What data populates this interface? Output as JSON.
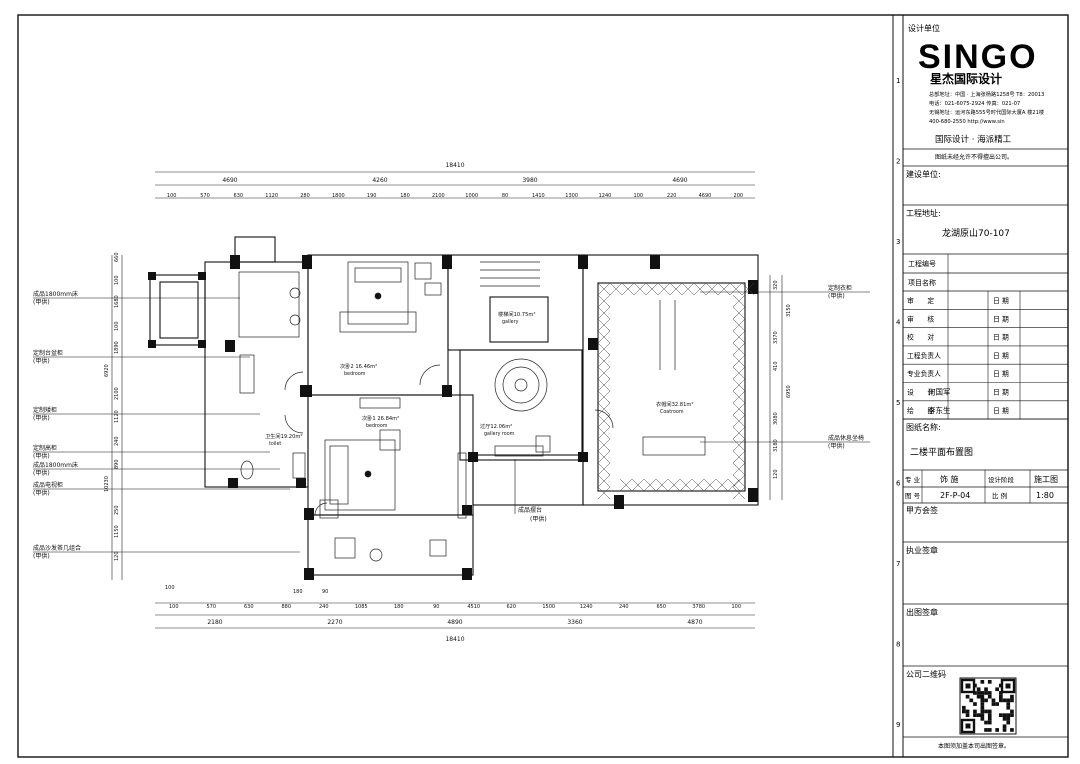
{
  "title_block": {
    "design_unit_label": "设计单位",
    "logo_text": "SINGO",
    "logo_cn": "星杰国际设计",
    "address_lines": [
      "总部地址：中国 · 上海张杨路1258号 T8：20013",
      "电话：021-6075-2924  传真：021-07",
      "无锡地址：运河东路555号时代国际大厦A 楼21楼",
      "400-680-2550  http://www.sin"
    ],
    "slogan": "国际设计 · 海派精工",
    "notice": "图纸未经允许不得擅出公司。",
    "build_unit_label": "建设单位:",
    "project_addr_label": "工程地址:",
    "project_addr": "龙湖原山70-107",
    "project_no_label": "工程编号",
    "project_name_label": "项目名称",
    "sign_rows": [
      {
        "label": "审　　定",
        "name": "",
        "date_label": "日 期"
      },
      {
        "label": "审　　核",
        "name": "",
        "date_label": "日 期"
      },
      {
        "label": "校　　对",
        "name": "",
        "date_label": "日 期"
      },
      {
        "label": "工程负责人",
        "name": "",
        "date_label": "日 期"
      },
      {
        "label": "专业负责人",
        "name": "",
        "date_label": "日 期"
      },
      {
        "label": "设　　计",
        "name": "何国军",
        "date_label": "日 期"
      },
      {
        "label": "绘　　图",
        "name": "李东生",
        "date_label": "日 期"
      }
    ],
    "drawing_name_label": "图纸名称:",
    "drawing_name": "二楼平面布置图",
    "spec_label": "专 业",
    "spec_value": "饰 施",
    "stage_label": "设计阶段",
    "stage_value": "施工图",
    "fig_label": "图 号",
    "fig_value": "2F-P-04",
    "scale_label": "比 例",
    "scale_value": "1:80",
    "client_sign_label": "甲方会签",
    "license_sign_label": "执业签章",
    "out_sign_label": "出图签章",
    "qr_label": "公司二维码",
    "bottom_note": "本图须加盖本司出图签章。",
    "row_numbers": [
      "1",
      "2",
      "3",
      "4",
      "5",
      "6",
      "7",
      "8",
      "9"
    ]
  },
  "plan": {
    "top_total": "18410",
    "top_row1": [
      "4690",
      "4260",
      "3980",
      "4690"
    ],
    "top_row2": [
      "100",
      "570",
      "630",
      "1120",
      "280",
      "1800",
      "190",
      "180",
      "2100",
      "1000",
      "80",
      "1410",
      "1300",
      "1240",
      "100",
      "220",
      "4690",
      "200"
    ],
    "bottom_row1": [
      "100",
      "570",
      "630",
      "880",
      "240",
      "1085",
      "180",
      "90",
      "4510",
      "620",
      "1500",
      "1240",
      "240",
      "650",
      "3780",
      "100"
    ],
    "bottom_row2": [
      "2180",
      "2270",
      "4890",
      "3360",
      "4870"
    ],
    "bottom_total": "18410",
    "bottom_extra": [
      "100",
      "180",
      "90"
    ],
    "left_dims": [
      "660",
      "100",
      "1680",
      "100",
      "1890",
      "6920",
      "2100",
      "1120",
      "240",
      "890",
      "10230",
      "250",
      "1150",
      "120"
    ],
    "right_dims": [
      "320",
      "3150",
      "3370",
      "410",
      "6950",
      "3080",
      "3180",
      "120"
    ],
    "left_labels": [
      {
        "text": "成品1800mm床",
        "sub": "(甲供)"
      },
      {
        "text": "定制台盆柜",
        "sub": "(甲供)"
      },
      {
        "text": "定制矮柜",
        "sub": "(甲供)"
      },
      {
        "text": "定制高柜",
        "sub": "(甲供)"
      },
      {
        "text": "成品1800mm床",
        "sub": "(甲供)"
      },
      {
        "text": "成品电视柜",
        "sub": "(甲供)"
      },
      {
        "text": "成品沙发茶几组合",
        "sub": "(甲供)"
      }
    ],
    "right_labels": [
      {
        "text": "定制衣柜",
        "sub": "(甲供)"
      },
      {
        "text": "成品休息坐椅",
        "sub": "(甲供)"
      }
    ],
    "bottom_label": {
      "text": "成品摆台",
      "sub": "(甲供)"
    },
    "rooms": [
      {
        "name": "次卧2 16.46m²",
        "en": "bedroom"
      },
      {
        "name": "楼梯间10.75m²",
        "en": "gallery"
      },
      {
        "name": "衣帽间32.81m²",
        "en": "Coatroom"
      },
      {
        "name": "次卧1 26.84m²",
        "en": "bedroom"
      },
      {
        "name": "过厅12.06m²",
        "en": "gallery room"
      },
      {
        "name": "卫生间19.20m²",
        "en": "toilet"
      }
    ]
  }
}
